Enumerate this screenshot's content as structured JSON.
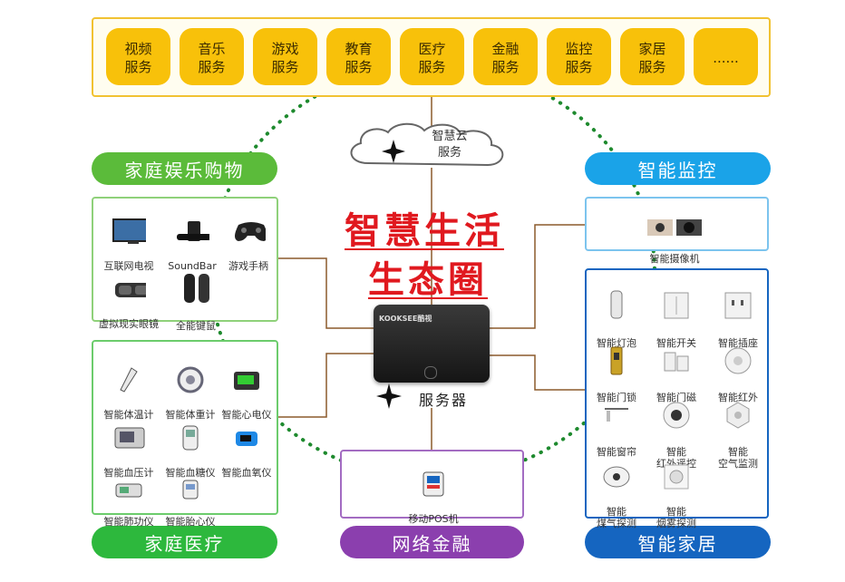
{
  "services": [
    {
      "label": "视频\n服务"
    },
    {
      "label": "音乐\n服务"
    },
    {
      "label": "游戏\n服务"
    },
    {
      "label": "教育\n服务"
    },
    {
      "label": "医疗\n服务"
    },
    {
      "label": "金融\n服务"
    },
    {
      "label": "监控\n服务"
    },
    {
      "label": "家居\n服务"
    },
    {
      "label": "......"
    }
  ],
  "cloud": {
    "label": "智慧云\n服务"
  },
  "center": {
    "title_line1": "智慧生活",
    "title_line2": "生态圈",
    "server_label": "服务器",
    "brand": "KOOKSEE酷视"
  },
  "categories": {
    "entertainment": "家庭娱乐购物",
    "monitoring": "智能监控",
    "medical": "家庭医疗",
    "finance": "网络金融",
    "home": "智能家居"
  },
  "entertainment_devices": [
    {
      "label": "互联网电视",
      "icon": "tv-icon"
    },
    {
      "label": "SoundBar",
      "icon": "soundbar-icon"
    },
    {
      "label": "游戏手柄",
      "icon": "gamepad-icon"
    },
    {
      "label": "虚拟现实眼镜",
      "icon": "vr-glasses-icon"
    },
    {
      "label": "全能键鼠",
      "icon": "remote-icon"
    }
  ],
  "monitoring_devices": [
    {
      "label": "智能摄像机",
      "icon": "camera-icon"
    }
  ],
  "medical_devices": [
    {
      "label": "智能体温计",
      "icon": "thermometer-icon"
    },
    {
      "label": "智能体重计",
      "icon": "scale-icon"
    },
    {
      "label": "智能心电仪",
      "icon": "ecg-icon"
    },
    {
      "label": "智能血压计",
      "icon": "blood-pressure-icon"
    },
    {
      "label": "智能血糖仪",
      "icon": "glucose-meter-icon"
    },
    {
      "label": "智能血氧仪",
      "icon": "oximeter-icon"
    },
    {
      "label": "智能肺功仪",
      "icon": "spirometer-icon"
    },
    {
      "label": "智能胎心仪",
      "icon": "fetal-monitor-icon"
    }
  ],
  "finance_devices": [
    {
      "label": "移动POS机",
      "icon": "pos-icon"
    }
  ],
  "home_devices": [
    {
      "label": "智能灯泡",
      "icon": "bulb-icon"
    },
    {
      "label": "智能开关",
      "icon": "switch-icon"
    },
    {
      "label": "智能插座",
      "icon": "socket-icon"
    },
    {
      "label": "智能门锁",
      "icon": "door-lock-icon"
    },
    {
      "label": "智能门磁",
      "icon": "door-sensor-icon"
    },
    {
      "label": "智能红外",
      "icon": "infrared-icon"
    },
    {
      "label": "智能窗帘",
      "icon": "curtain-icon"
    },
    {
      "label": "智能\n红外遥控",
      "icon": "ir-remote-icon"
    },
    {
      "label": "智能\n空气监测",
      "icon": "air-monitor-icon"
    },
    {
      "label": "智能\n煤气探测",
      "icon": "gas-detector-icon"
    },
    {
      "label": "智能\n烟雾探测",
      "icon": "smoke-detector-icon"
    }
  ],
  "colors": {
    "services": "#f8c10a",
    "services_border": "#f1c232",
    "entertainment": "#5bbb3a",
    "monitoring": "#1aa3e8",
    "medical": "#2db83d",
    "finance": "#8b3fae",
    "home": "#1565c0",
    "title": "#e0191f",
    "connector": "#8b5a2b",
    "dotted_ring": "#1e8a2e"
  }
}
